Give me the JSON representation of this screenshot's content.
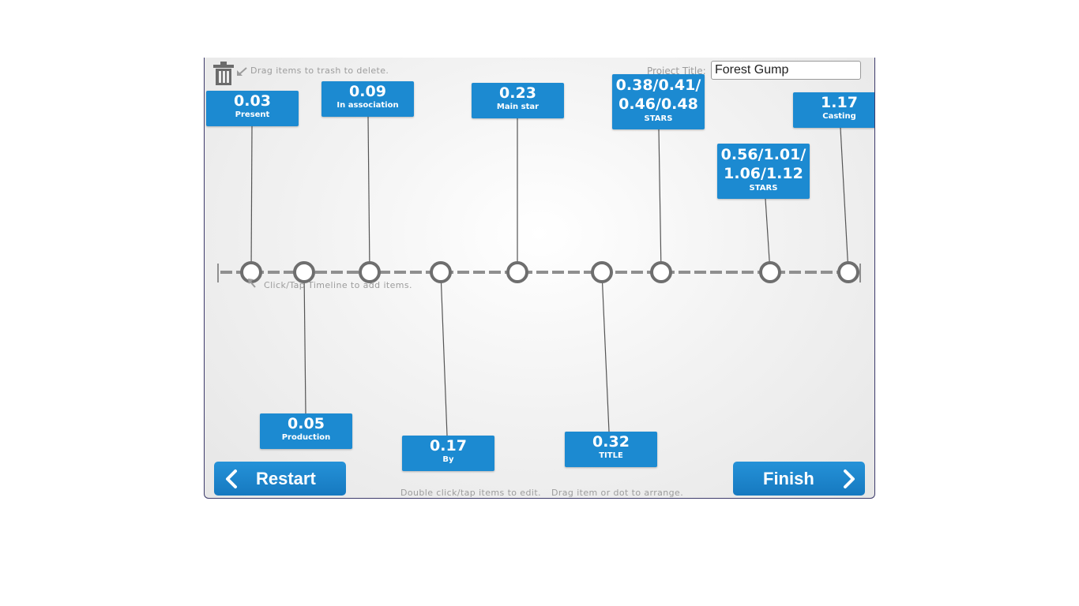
{
  "header": {
    "trash_hint": "Drag items to trash to delete.",
    "project_title_label": "Project Title:",
    "project_title_value": "Forest Gump"
  },
  "timeline": {
    "hint": "Click/Tap Timeline to add items."
  },
  "items": [
    {
      "value": "0.03",
      "label": "Present"
    },
    {
      "value": "0.05",
      "label": "Production"
    },
    {
      "value": "0.09",
      "label": "In association"
    },
    {
      "value": "0.17",
      "label": "By"
    },
    {
      "value": "0.23",
      "label": "Main star"
    },
    {
      "value": "0.32",
      "label": "TITLE"
    },
    {
      "value_line1": "0.38/0.41/",
      "value_line2": "0.46/0.48",
      "label": "STARS"
    },
    {
      "value_line1": "0.56/1.01/",
      "value_line2": "1.06/1.12",
      "label": "STARS"
    },
    {
      "value": "1.17",
      "label": "Casting"
    }
  ],
  "footer": {
    "restart_label": "Restart",
    "finish_label": "Finish",
    "edit_hint": "Double click/tap items to edit.",
    "arrange_hint": "Drag item or dot to arrange."
  },
  "colors": {
    "card": "#1c8ad1",
    "timeline": "#8f8f8f",
    "dot_border": "#6e6e6e"
  }
}
